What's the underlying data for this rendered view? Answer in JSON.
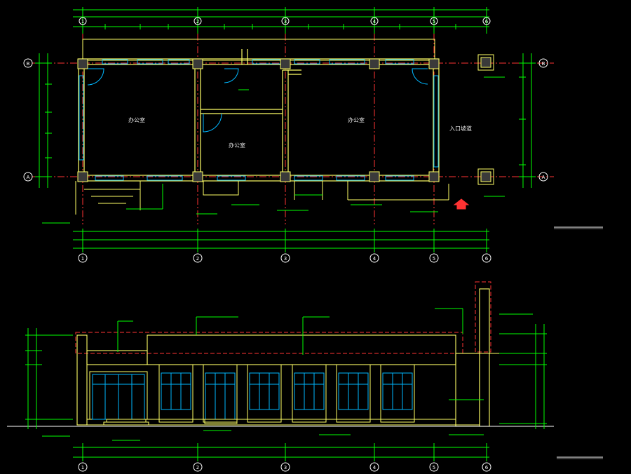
{
  "colors": {
    "background": "#000000",
    "wall": "#ffff66",
    "dimension": "#00ff00",
    "window": "#00b7ff",
    "axis": "#ff3333",
    "text": "#ffffff",
    "annotation": "#ff66ff"
  },
  "grid_axes": {
    "columns": [
      "1",
      "2",
      "3",
      "4",
      "5",
      "6"
    ],
    "rows": [
      "A",
      "B"
    ]
  },
  "plan": {
    "rooms": [
      "办公室",
      "办公室",
      "办公室",
      "入口坡道"
    ]
  },
  "icons": [
    "grid-bubble-icon",
    "entrance-arrow-icon",
    "door-swing-icon"
  ]
}
